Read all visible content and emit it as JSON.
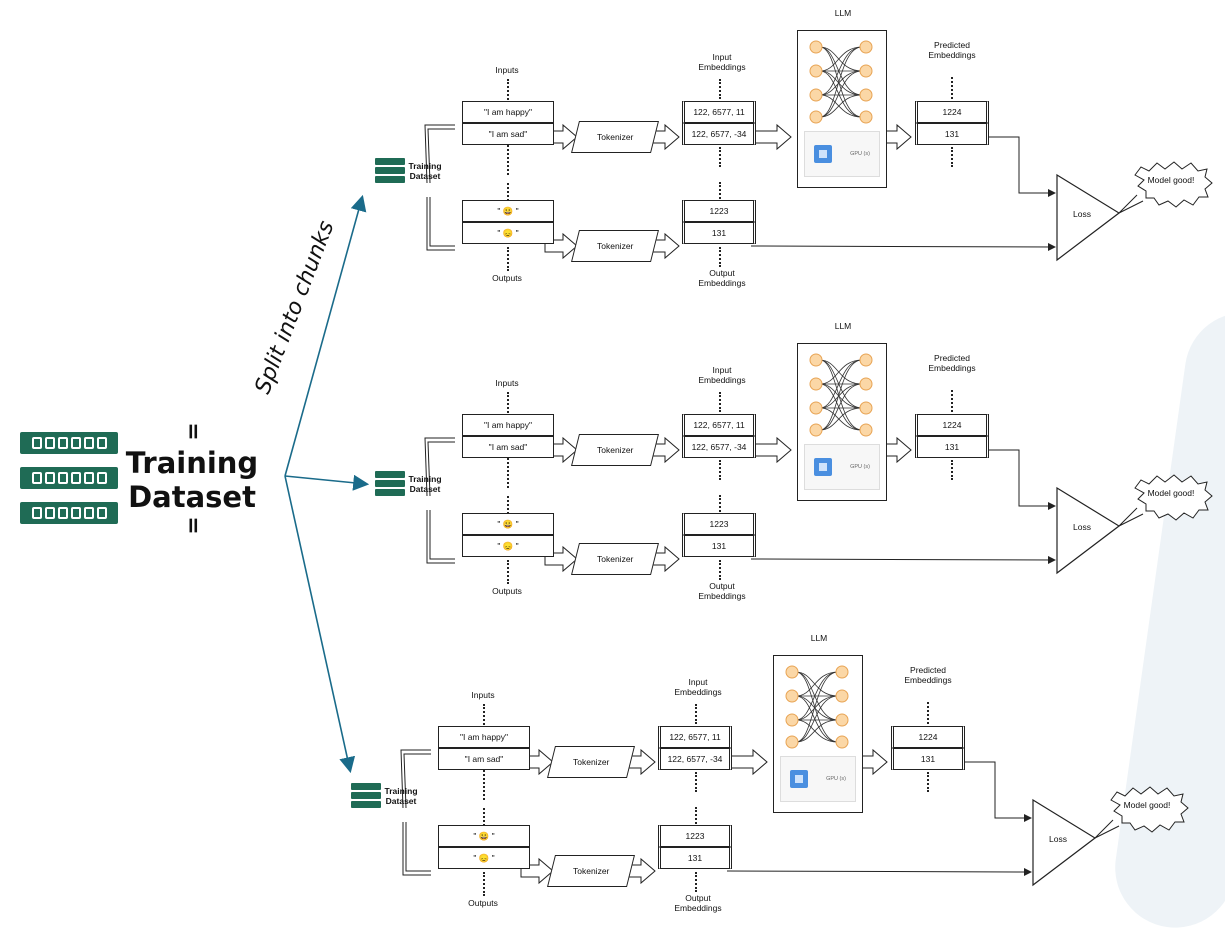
{
  "main": {
    "dataset_title": "Training\nDataset",
    "eq_top": "=",
    "eq_bottom": "=",
    "split_label": "Split into chunks"
  },
  "panel": {
    "llm_label": "LLM",
    "inputs_label": "Inputs",
    "outputs_label": "Outputs",
    "input_emb_label": "Input\nEmbeddings",
    "output_emb_label": "Output\nEmbeddings",
    "pred_emb_label": "Predicted\nEmbeddings",
    "training_dataset_label": "Training\nDataset",
    "input_texts": [
      "\"I am happy\"",
      "\"I am sad\""
    ],
    "output_texts": [
      "\" 😀 \"",
      "\" 😞 \""
    ],
    "tokenizer": "Tokenizer",
    "input_embeddings": [
      "122, 6577, 11",
      "122, 6577, -34"
    ],
    "output_embeddings": [
      "1223",
      "131"
    ],
    "predicted_embeddings": [
      "1224",
      "131"
    ],
    "gpu_label": "GPU (s)",
    "loss": "Loss",
    "model_good": "Model good!"
  },
  "colors": {
    "accent": "#1a6b8a",
    "dataset": "#1f6b55",
    "neuron": "#fbd7a6",
    "neuron_border": "#e8a454"
  },
  "icons": [
    "dataset-icon",
    "gpu-chip-icon",
    "neural-network-icon"
  ]
}
